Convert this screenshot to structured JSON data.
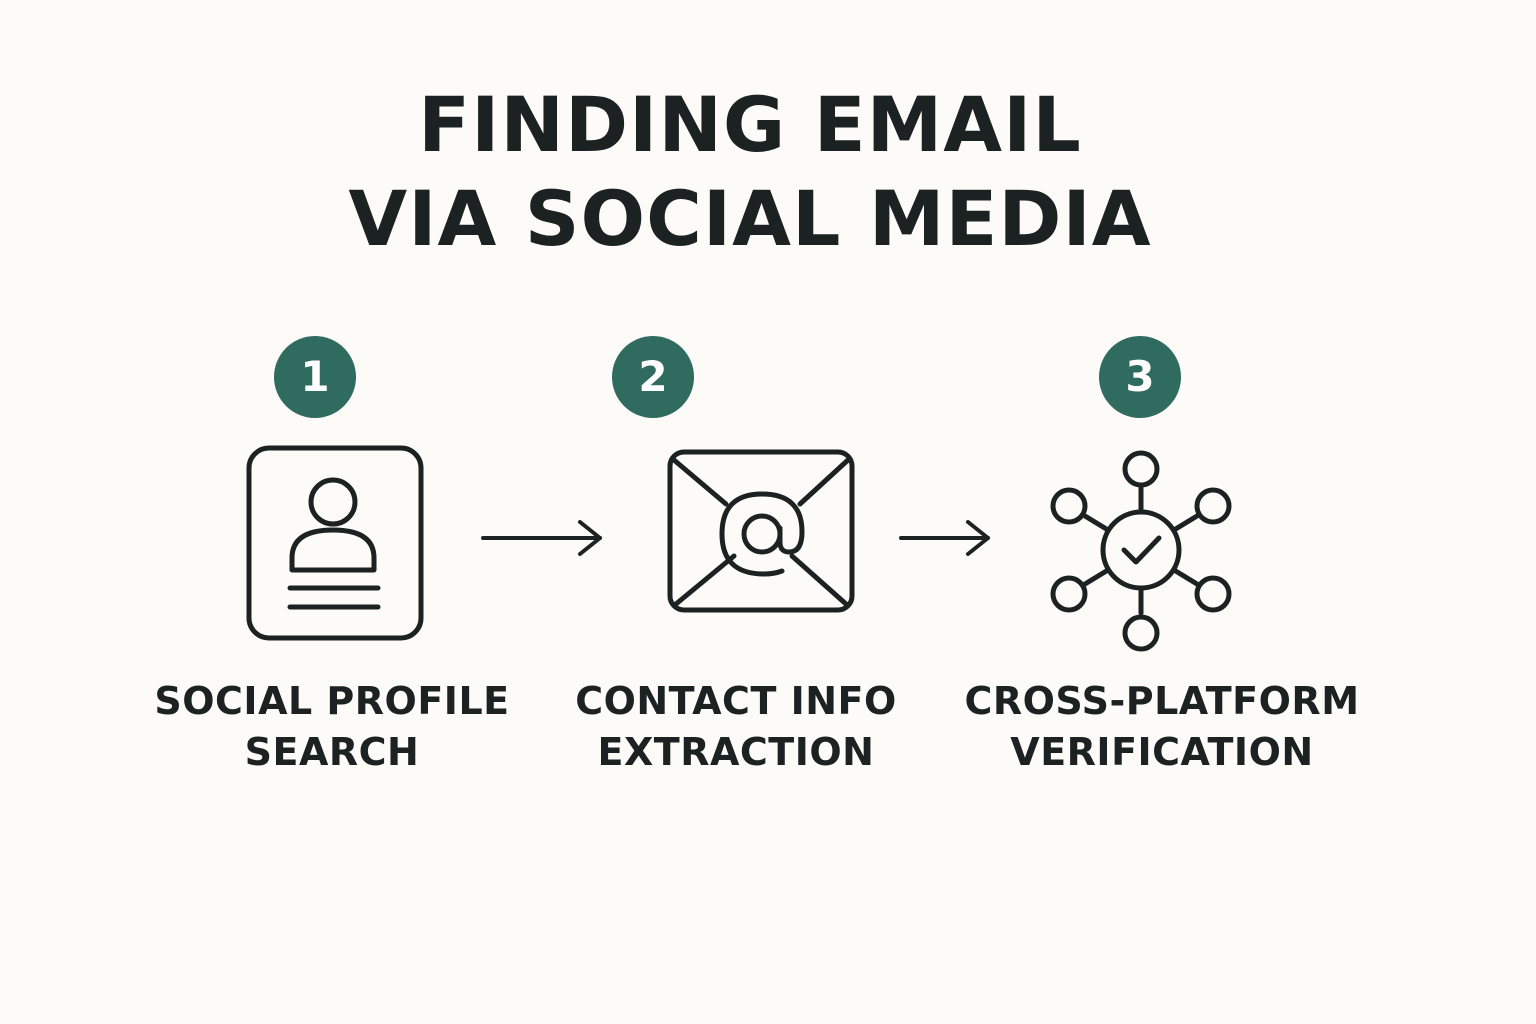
{
  "title": {
    "line1": "FINDING EMAIL",
    "line2": "VIA SOCIAL MEDIA"
  },
  "steps": [
    {
      "number": "1",
      "icon": "profile-card-icon",
      "label_line1": "SOCIAL PROFILE",
      "label_line2": "SEARCH"
    },
    {
      "number": "2",
      "icon": "email-envelope-icon",
      "label_line1": "CONTACT INFO",
      "label_line2": "EXTRACTION"
    },
    {
      "number": "3",
      "icon": "network-check-icon",
      "label_line1": "CROSS-PLATFORM",
      "label_line2": "VERIFICATION"
    }
  ],
  "colors": {
    "background": "#fcfbf8",
    "badge": "#2f6b5e",
    "text": "#1c2222"
  }
}
